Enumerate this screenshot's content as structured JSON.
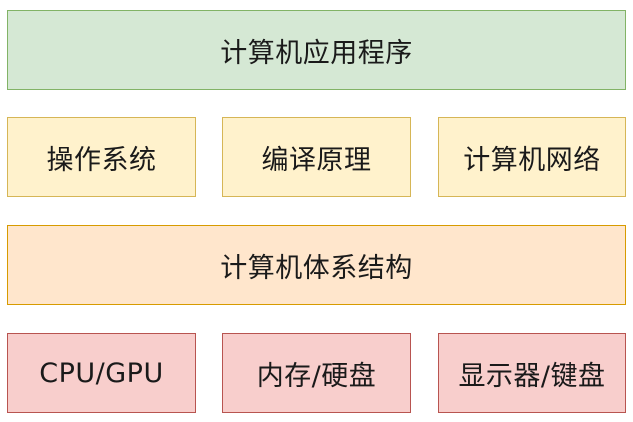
{
  "diagram": {
    "layers": [
      {
        "name": "application",
        "color": "#d5e8d4",
        "items": [
          "计算机应用程序"
        ]
      },
      {
        "name": "software",
        "color": "#fff2cc",
        "items": [
          "操作系统",
          "编译原理",
          "计算机网络"
        ]
      },
      {
        "name": "architecture",
        "color": "#ffe6cc",
        "items": [
          "计算机体系结构"
        ]
      },
      {
        "name": "hardware",
        "color": "#f8cecc",
        "items": [
          "CPU/GPU",
          "内存/硬盘",
          "显示器/键盘"
        ]
      }
    ]
  }
}
